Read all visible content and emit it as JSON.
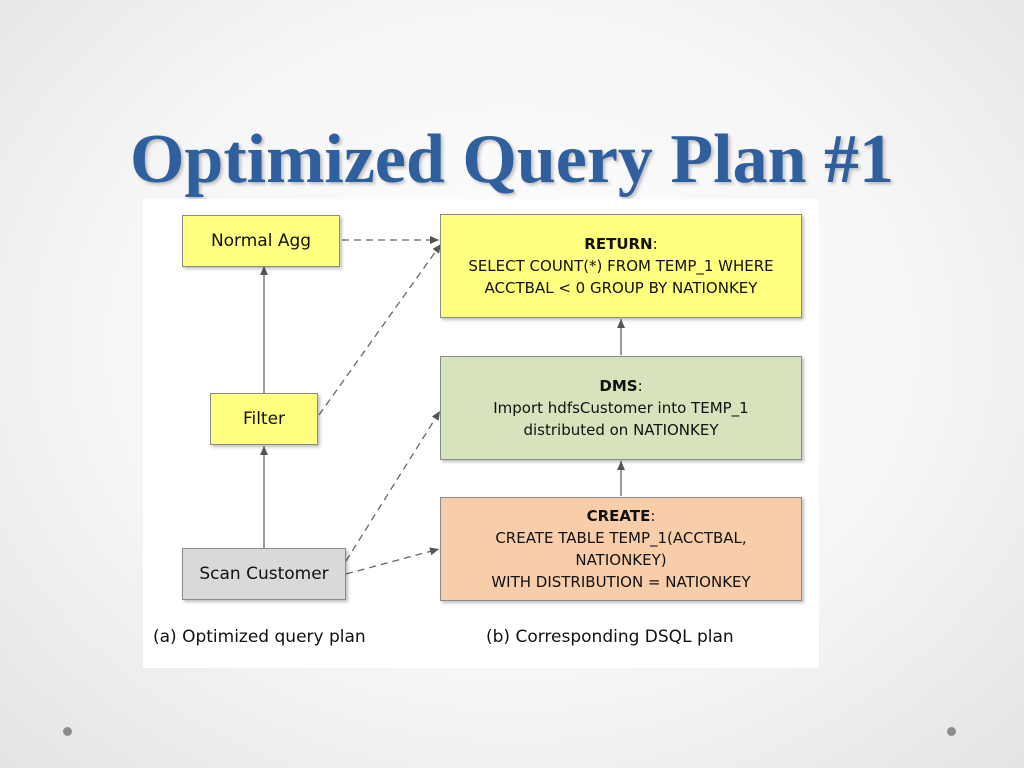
{
  "slide": {
    "title": "Optimized Query Plan #1"
  },
  "diagram": {
    "nodes": {
      "normal_agg": {
        "label": "Normal Agg"
      },
      "filter": {
        "label": "Filter"
      },
      "scan_customer": {
        "label": "Scan Customer"
      },
      "return_step": {
        "title": "RETURN",
        "lines": [
          "SELECT COUNT(*) FROM TEMP_1 WHERE",
          "ACCTBAL < 0 GROUP BY NATIONKEY"
        ]
      },
      "dms_step": {
        "title": "DMS",
        "lines": [
          "Import hdfsCustomer into TEMP_1",
          "distributed on NATIONKEY"
        ]
      },
      "create_step": {
        "title": "CREATE",
        "lines": [
          "CREATE TABLE TEMP_1(ACCTBAL,",
          "NATIONKEY)",
          "WITH DISTRIBUTION = NATIONKEY"
        ]
      }
    },
    "captions": {
      "left": "(a) Optimized query plan",
      "right": "(b) Corresponding DSQL plan"
    },
    "colors": {
      "yellow": "#ffff80",
      "gray": "#d9d9d9",
      "green": "#d6e3bc",
      "peach": "#f8cdaa",
      "title": "#2f5f9d"
    }
  }
}
